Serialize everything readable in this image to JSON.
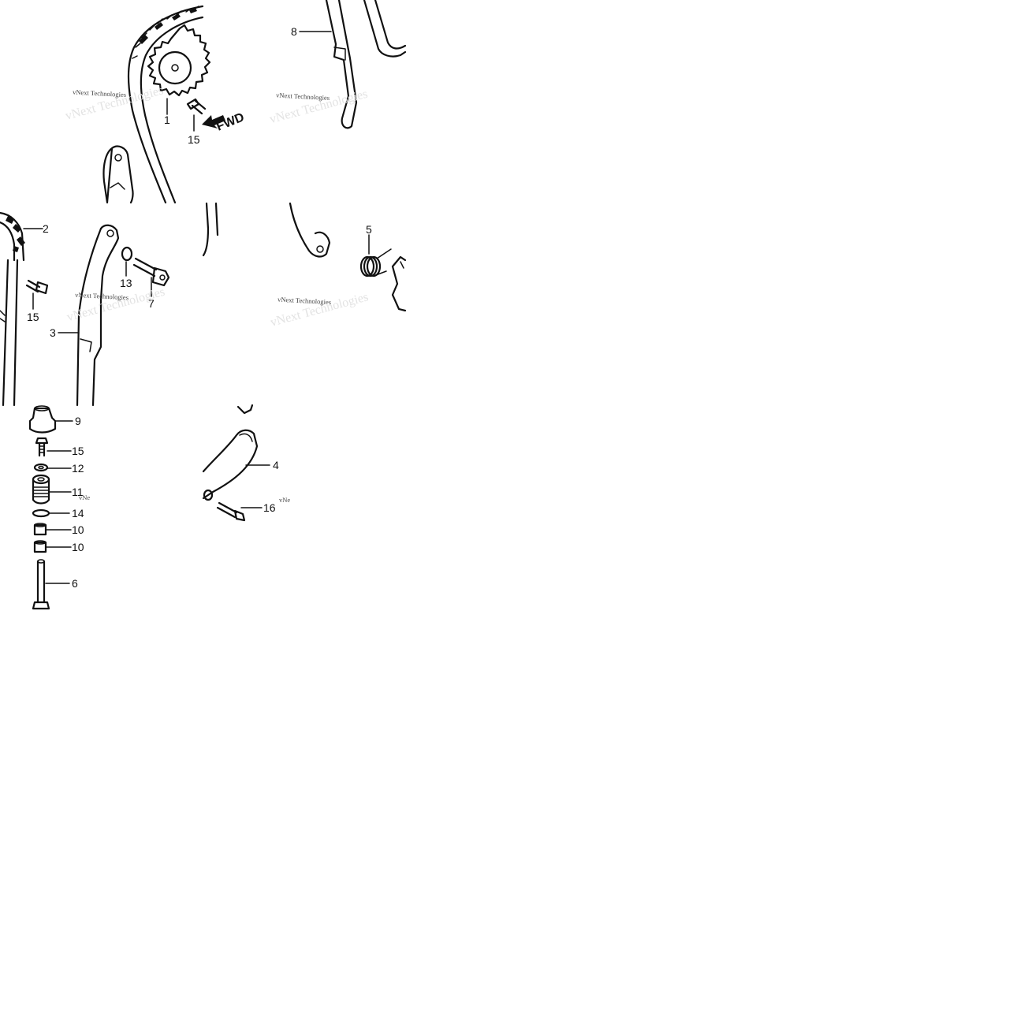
{
  "watermark": {
    "text": "vNext Technologies",
    "text_partial": "vNe"
  },
  "callouts": {
    "c1": "1",
    "c2": "2",
    "c3": "3",
    "c4": "4",
    "c5": "5",
    "c6": "6",
    "c7": "7",
    "c8": "8",
    "c9": "9",
    "c10a": "10",
    "c10b": "10",
    "c11": "11",
    "c12": "12",
    "c13": "13",
    "c14": "14",
    "c15a": "15",
    "c15b": "15",
    "c15c": "15",
    "c16": "16"
  },
  "direction_label": "FWD",
  "colors": {
    "ink": "#111111",
    "background": "#ffffff"
  }
}
